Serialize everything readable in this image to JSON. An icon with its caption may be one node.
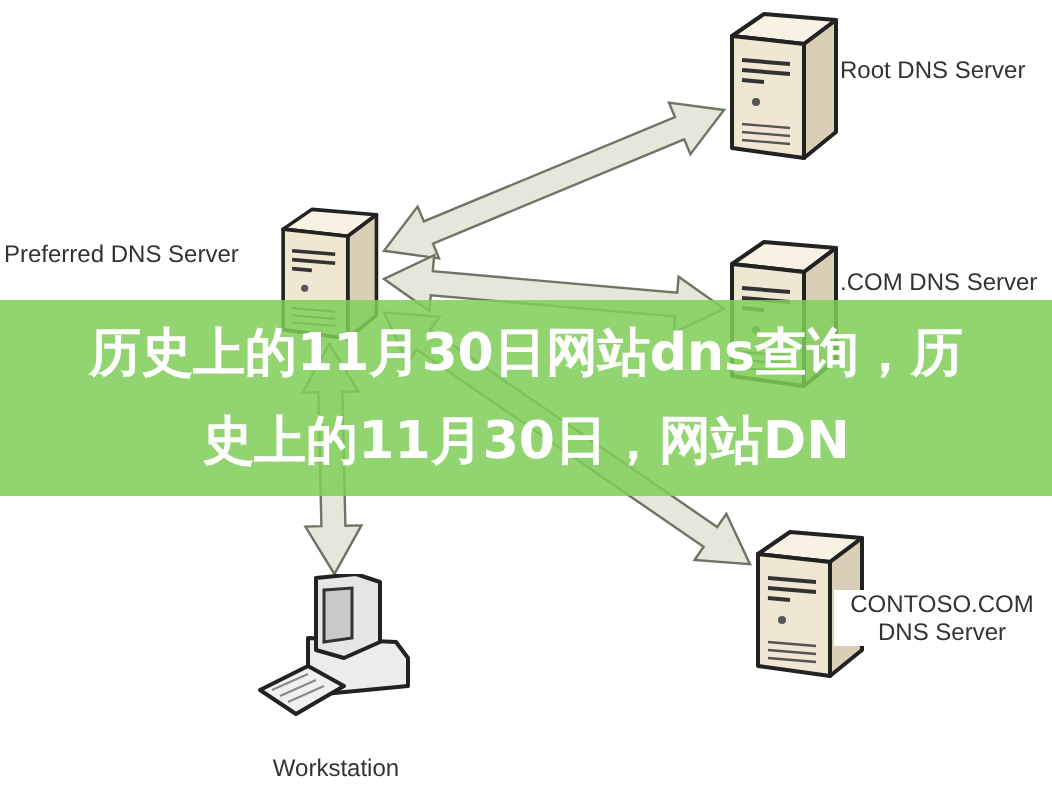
{
  "diagram": {
    "title": "历史上的11月30日网站dns查询，历史上的11月30日，网站DN",
    "nodes": [
      {
        "text": [
          "Root DNS Server"
        ]
      },
      {
        "text": [
          "Preferred DNS Server"
        ]
      },
      {
        "text": [
          ".COM DNS Server"
        ]
      },
      {
        "text": [
          "CONTOSO.COM DNS Server"
        ]
      },
      {
        "text": [
          "Workstation"
        ]
      }
    ],
    "edges": [
      {
        "from": 1,
        "to": 0,
        "arrow": "both"
      },
      {
        "from": 1,
        "to": 2,
        "arrow": "both"
      },
      {
        "from": 1,
        "to": 3,
        "arrow": "both"
      },
      {
        "from": 1,
        "to": 4,
        "arrow": "both"
      }
    ]
  }
}
